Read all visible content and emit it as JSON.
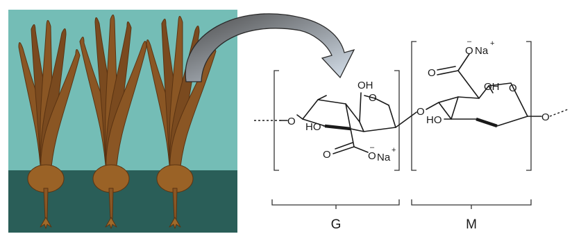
{
  "illustration": {
    "sky_color": "#74bdb6",
    "sea_floor_color": "#2a5e58",
    "kelp_color": "#7a4a1f",
    "kelp_dark_color": "#5a3312"
  },
  "arrow": {
    "fill_top": "#4a4a4a",
    "fill_bottom": "#d9e4f0"
  },
  "labels": {
    "o_minus": "O",
    "minus": "–",
    "na": "Na",
    "plus": "+",
    "oh": "OH",
    "ho": "HO",
    "o": "O"
  },
  "units": {
    "g": "G",
    "m": "M"
  }
}
